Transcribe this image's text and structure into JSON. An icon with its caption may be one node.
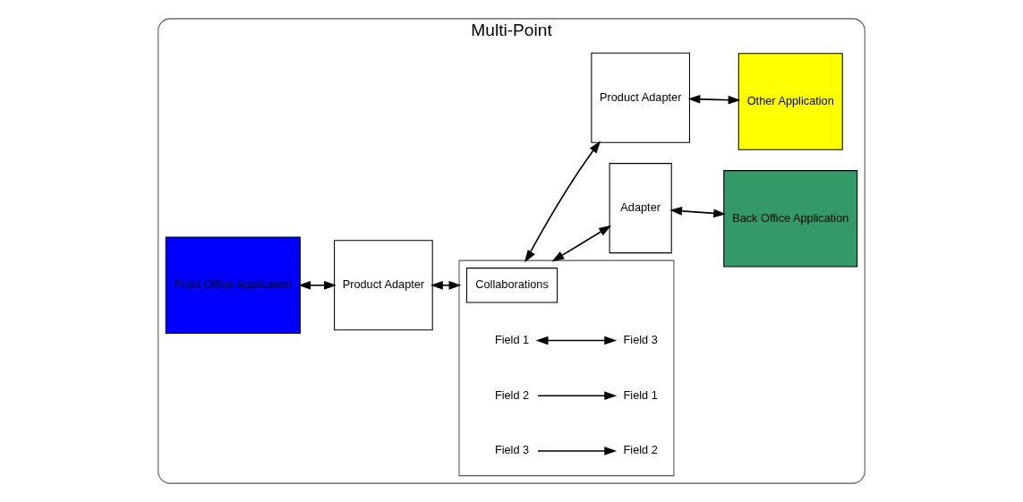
{
  "diagram": {
    "nodes": [
      {
        "text": [
          "Multi-Point"
        ]
      },
      {
        "text": [
          "Front Office Application"
        ],
        "in": 0
      },
      {
        "text": [
          "Product Adapter"
        ],
        "in": 0
      },
      {
        "text": [],
        "shape": "box",
        "in": 0
      },
      {
        "text": [
          "Collaborations"
        ],
        "in": 3
      },
      {
        "text": [
          "Field 1"
        ],
        "in": 3
      },
      {
        "text": [
          "Field 2"
        ],
        "in": 3
      },
      {
        "text": [
          "Field 3"
        ],
        "in": 3
      },
      {
        "text": [
          "Field 1"
        ],
        "in": 3
      },
      {
        "text": [
          "Field 2"
        ],
        "in": 3
      },
      {
        "text": [
          "Field 3"
        ],
        "in": 3
      },
      {
        "text": [
          "Adapter"
        ],
        "in": 0
      },
      {
        "text": [
          "Back Office Application"
        ],
        "in": 0
      },
      {
        "text": [
          "Product Adapter"
        ],
        "in": 0
      },
      {
        "text": [
          "Other Application"
        ],
        "in": 0
      }
    ],
    "edges": [
      {
        "from": 1,
        "to": 2,
        "arrow": "both"
      },
      {
        "from": 2,
        "to": 3,
        "arrow": "both"
      },
      {
        "from": 5,
        "to": 10,
        "arrow": "both"
      },
      {
        "from": 6,
        "to": 8,
        "arrow": "to"
      },
      {
        "from": 7,
        "to": 9,
        "arrow": "to"
      },
      {
        "from": 3,
        "to": 11,
        "arrow": "both"
      },
      {
        "from": 11,
        "to": 12,
        "arrow": "both"
      },
      {
        "from": 3,
        "to": 13,
        "arrow": "both"
      },
      {
        "from": 13,
        "to": 14,
        "arrow": "both"
      }
    ]
  }
}
